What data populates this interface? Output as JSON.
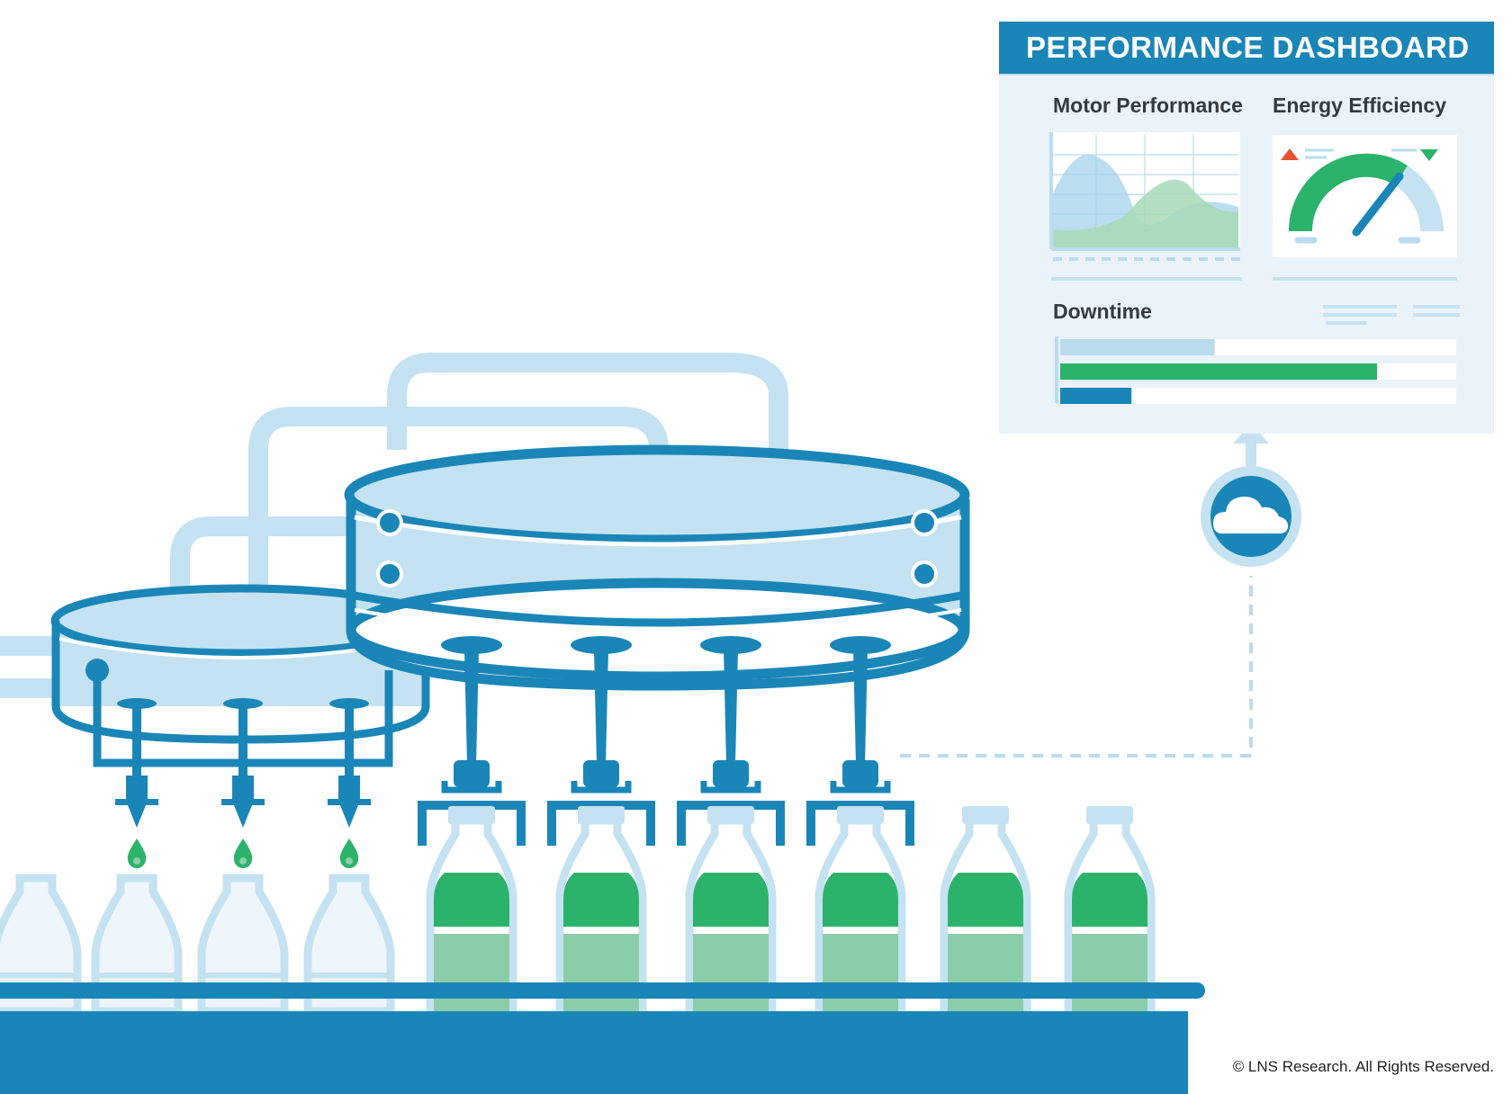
{
  "dashboard": {
    "title": "PERFORMANCE DASHBOARD",
    "motor_label": "Motor Performance",
    "energy_label": "Energy Efficiency",
    "downtime_label": "Downtime",
    "downtime_bars": [
      0.39,
      0.8,
      0.18
    ],
    "downtime_colors": [
      "#b9dcef",
      "#2cb36b",
      "#1a86b7"
    ]
  },
  "bottles": {
    "empty_count": 4,
    "filled_count": 6
  },
  "colors": {
    "primary_blue": "#1a86b7",
    "light_blue": "#c4e2f1",
    "green": "#2cb36b",
    "light_green": "#8ccda9",
    "panel_bg": "#eaf3fa"
  },
  "copyright": "© LNS Research. All Rights Reserved."
}
